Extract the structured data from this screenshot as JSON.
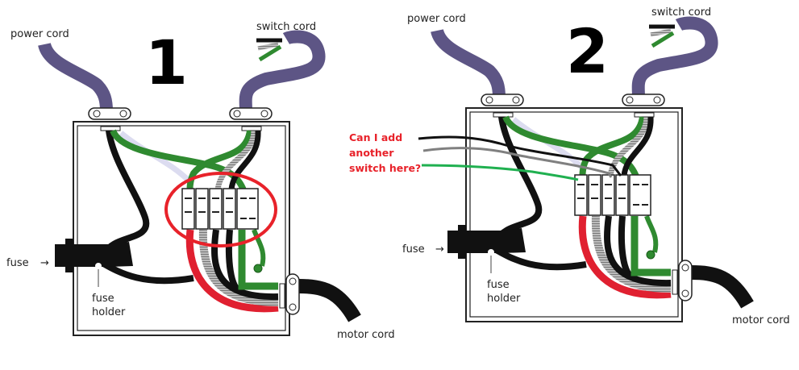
{
  "panels": [
    {
      "number": "1",
      "labels": {
        "power_cord": "power cord",
        "switch_cord": "switch cord",
        "fuse": "fuse",
        "fuse_holder_line1": "fuse",
        "fuse_holder_line2": "holder",
        "motor_cord": "motor cord"
      },
      "highlight": "red ellipse around terminal block"
    },
    {
      "number": "2",
      "labels": {
        "power_cord": "power cord",
        "switch_cord": "switch cord",
        "fuse": "fuse",
        "fuse_holder_line1": "fuse",
        "fuse_holder_line2": "holder",
        "motor_cord": "motor cord"
      },
      "question": [
        "Can I add",
        "another",
        "switch here?"
      ],
      "added_wires": [
        "black",
        "gray",
        "green"
      ]
    }
  ],
  "colors": {
    "cord": "#5d5585",
    "wire_black": "#111111",
    "wire_green": "#2f8a30",
    "wire_red": "#e02030",
    "wire_gray": "#9a9a9a",
    "wire_white": "#dcdcf0",
    "annotation_red": "#e8222a",
    "added_green": "#20b050",
    "added_gray": "#808080"
  }
}
